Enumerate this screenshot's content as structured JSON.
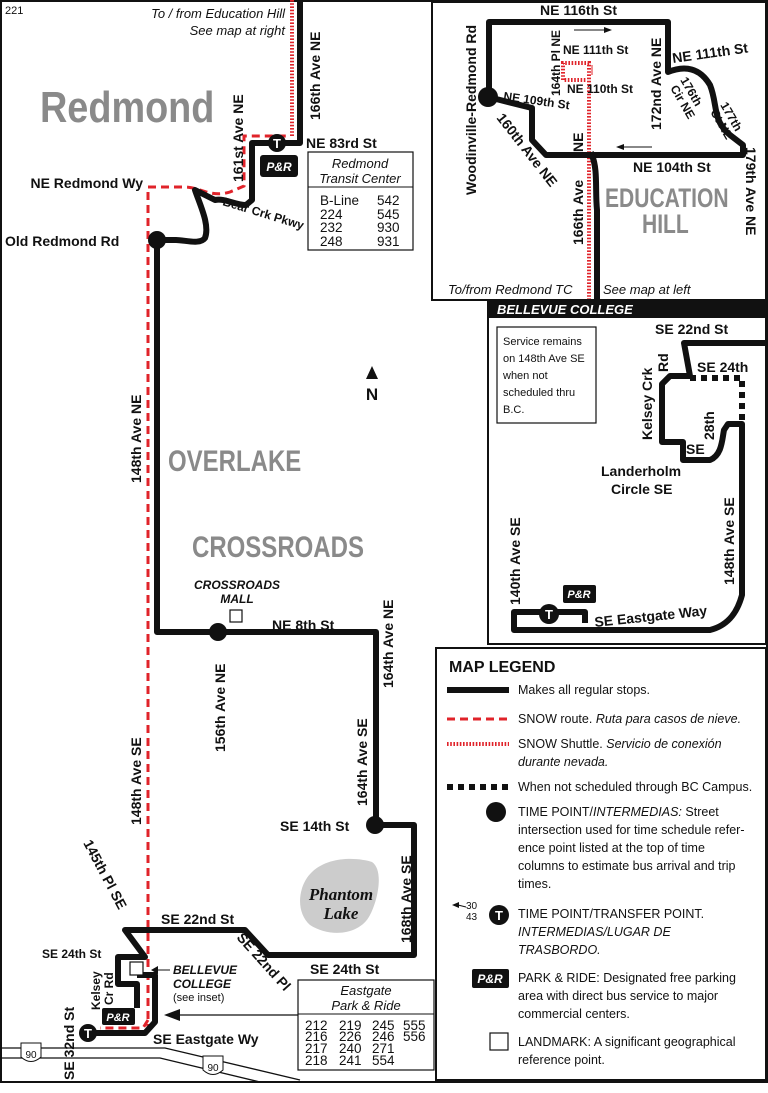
{
  "page_number": "221",
  "colors": {
    "route": "#111111",
    "snow": "#e0232a",
    "area_label": "#8a8a8a",
    "lake": "#cccccc"
  },
  "main_map": {
    "area_redmond": "Redmond",
    "area_overlake": "OVERLAKE",
    "area_crossroads": "CROSSROADS",
    "to_edu_hill_1": "To / from Education Hill",
    "to_edu_hill_2": "See map at right",
    "st_166th_ave_ne": "166th Ave NE",
    "st_161st_ave_ne": "161st Ave NE",
    "st_ne_83rd": "NE 83rd St",
    "st_ne_redmond_wy": "NE Redmond Wy",
    "st_bear_crk": "Bear Crk Pkwy",
    "st_old_redmond": "Old Redmond Rd",
    "st_148th_ave_ne": "148th Ave NE",
    "north": "N",
    "crossroads_mall_1": "CROSSROADS",
    "crossroads_mall_2": "MALL",
    "st_ne_8th": "NE 8th St",
    "st_156th_ave_ne": "156th Ave NE",
    "st_164th_ave_ne": "164th Ave NE",
    "st_164th_ave_se": "164th Ave SE",
    "st_se_14th": "SE 14th St",
    "st_148th_ave_se": "148th Ave SE",
    "lake_1": "Phantom",
    "lake_2": "Lake",
    "st_168th_ave_se": "168th Ave SE",
    "st_145th_pl_se": "145th Pl SE",
    "st_se_22nd_st": "SE 22nd St",
    "st_se_22nd_pl": "SE 22nd Pl",
    "st_se_24th_east": "SE 24th St",
    "st_se_24th_west": "SE 24th St",
    "st_kelsey_1": "Kelsey",
    "st_kelsey_2": "Cr Rd",
    "bc_1": "BELLEVUE",
    "bc_2": "COLLEGE",
    "bc_3": "(see inset)",
    "st_se_eastgate_wy": "SE Eastgate Wy",
    "st_se_32nd": "SE 32nd St",
    "i90": "90",
    "park_ride": "P&R",
    "transfer": "T",
    "redmond_tc": {
      "title_1": "Redmond",
      "title_2": "Transit Center",
      "routes": [
        [
          "B-Line",
          "542"
        ],
        [
          "224",
          "545"
        ],
        [
          "232",
          "930"
        ],
        [
          "248",
          "931"
        ]
      ]
    },
    "eastgate_pr": {
      "title_1": "Eastgate",
      "title_2": "Park & Ride",
      "routes": [
        [
          "212",
          "219",
          "245",
          "555"
        ],
        [
          "216",
          "226",
          "246",
          "556"
        ],
        [
          "217",
          "240",
          "271",
          ""
        ],
        [
          "218",
          "241",
          "554",
          ""
        ]
      ]
    }
  },
  "education_hill_inset": {
    "area_1": "EDUCATION",
    "area_2": "HILL",
    "st_ne_116th": "NE 116th St",
    "st_woodinville": "Woodinville-Redmond Rd",
    "st_ne_109th": "NE 109th St",
    "st_160th_ave_ne": "160th Ave NE",
    "st_164th_pl_ne": "164th Pl NE",
    "st_ne_111th_inner": "NE 111th St",
    "st_ne_110th": "NE 110th St",
    "st_172nd": "172nd Ave NE",
    "st_ne_111th_outer": "NE 111th St",
    "st_176th_1": "176th",
    "st_176th_2": "Cir NE",
    "st_177th_1": "177th",
    "st_177th_2": "Ct NE",
    "st_ne_104th": "NE 104th St",
    "st_166th_1": "NE",
    "st_166th_2": "166th Ave",
    "st_179th": "179th Ave NE",
    "to_redmond_tc": "To/from Redmond TC",
    "see_left": "See map at left"
  },
  "bellevue_college_inset": {
    "header": "BELLEVUE COLLEGE",
    "note": [
      "Service remains",
      "on 148th Ave SE",
      "when not",
      "scheduled thru",
      "B.C."
    ],
    "st_se_22nd": "SE 22nd St",
    "st_kelsey_1": "Kelsey Crk",
    "st_kelsey_2": "Rd",
    "st_se_24th": "SE 24th",
    "st_se_28th_1": "SE",
    "st_se_28th_2": "28th",
    "landerholm_1": "Landerholm",
    "landerholm_2": "Circle SE",
    "st_148th": "148th Ave SE",
    "st_140th": "140th Ave SE",
    "st_eastgate": "SE Eastgate Way"
  },
  "legend": {
    "title": "MAP LEGEND",
    "regular": "Makes all regular stops.",
    "snow_route": "SNOW route.",
    "snow_route_es": "Ruta para casos de nieve.",
    "snow_shuttle": "SNOW Shuttle.",
    "snow_shuttle_es_1": "Servicio de conexión",
    "snow_shuttle_es_2": "durante nevada.",
    "bc_campus": "When not scheduled through BC Campus.",
    "timepoint_1a": "TIME POINT/",
    "timepoint_1b": "INTERMEDIAS:",
    "timepoint_1c": "Street",
    "timepoint_2": "intersection used for time schedule refer-",
    "timepoint_3": "ence point listed at the top of time",
    "timepoint_4": "columns to estimate bus arrival and trip",
    "timepoint_5": "times.",
    "transfer_routes_1": "30",
    "transfer_routes_2": "43",
    "transfer_1": "TIME POINT/TRANSFER POINT.",
    "transfer_2": "INTERMEDIAS/LUGAR DE",
    "transfer_3": "TRASBORDO.",
    "pr_1": "PARK & RIDE: Designated free parking",
    "pr_2": "area with direct bus service to major",
    "pr_3": "commercial centers.",
    "landmark_1": "LANDMARK: A significant geographical",
    "landmark_2": "reference point."
  }
}
